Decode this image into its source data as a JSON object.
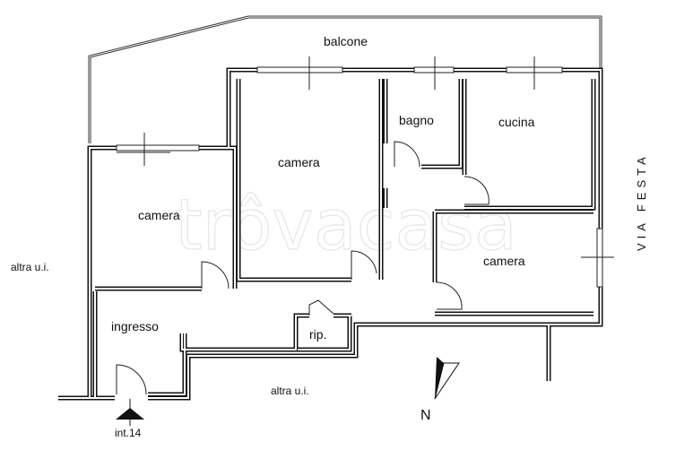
{
  "title": "Floor plan",
  "rooms": {
    "balcony": "balcone",
    "bedroom_left": "camera",
    "bedroom_center": "camera",
    "bathroom": "bagno",
    "kitchen": "cucina",
    "bedroom_right": "camera",
    "entrance": "ingresso",
    "storage": "rip."
  },
  "neighbors": {
    "left": "altra u.i.",
    "bottom": "altra u.i."
  },
  "street": "VIA FESTA",
  "entrance_label": "int.14",
  "compass_label": "N",
  "watermark": "trôvacasa"
}
